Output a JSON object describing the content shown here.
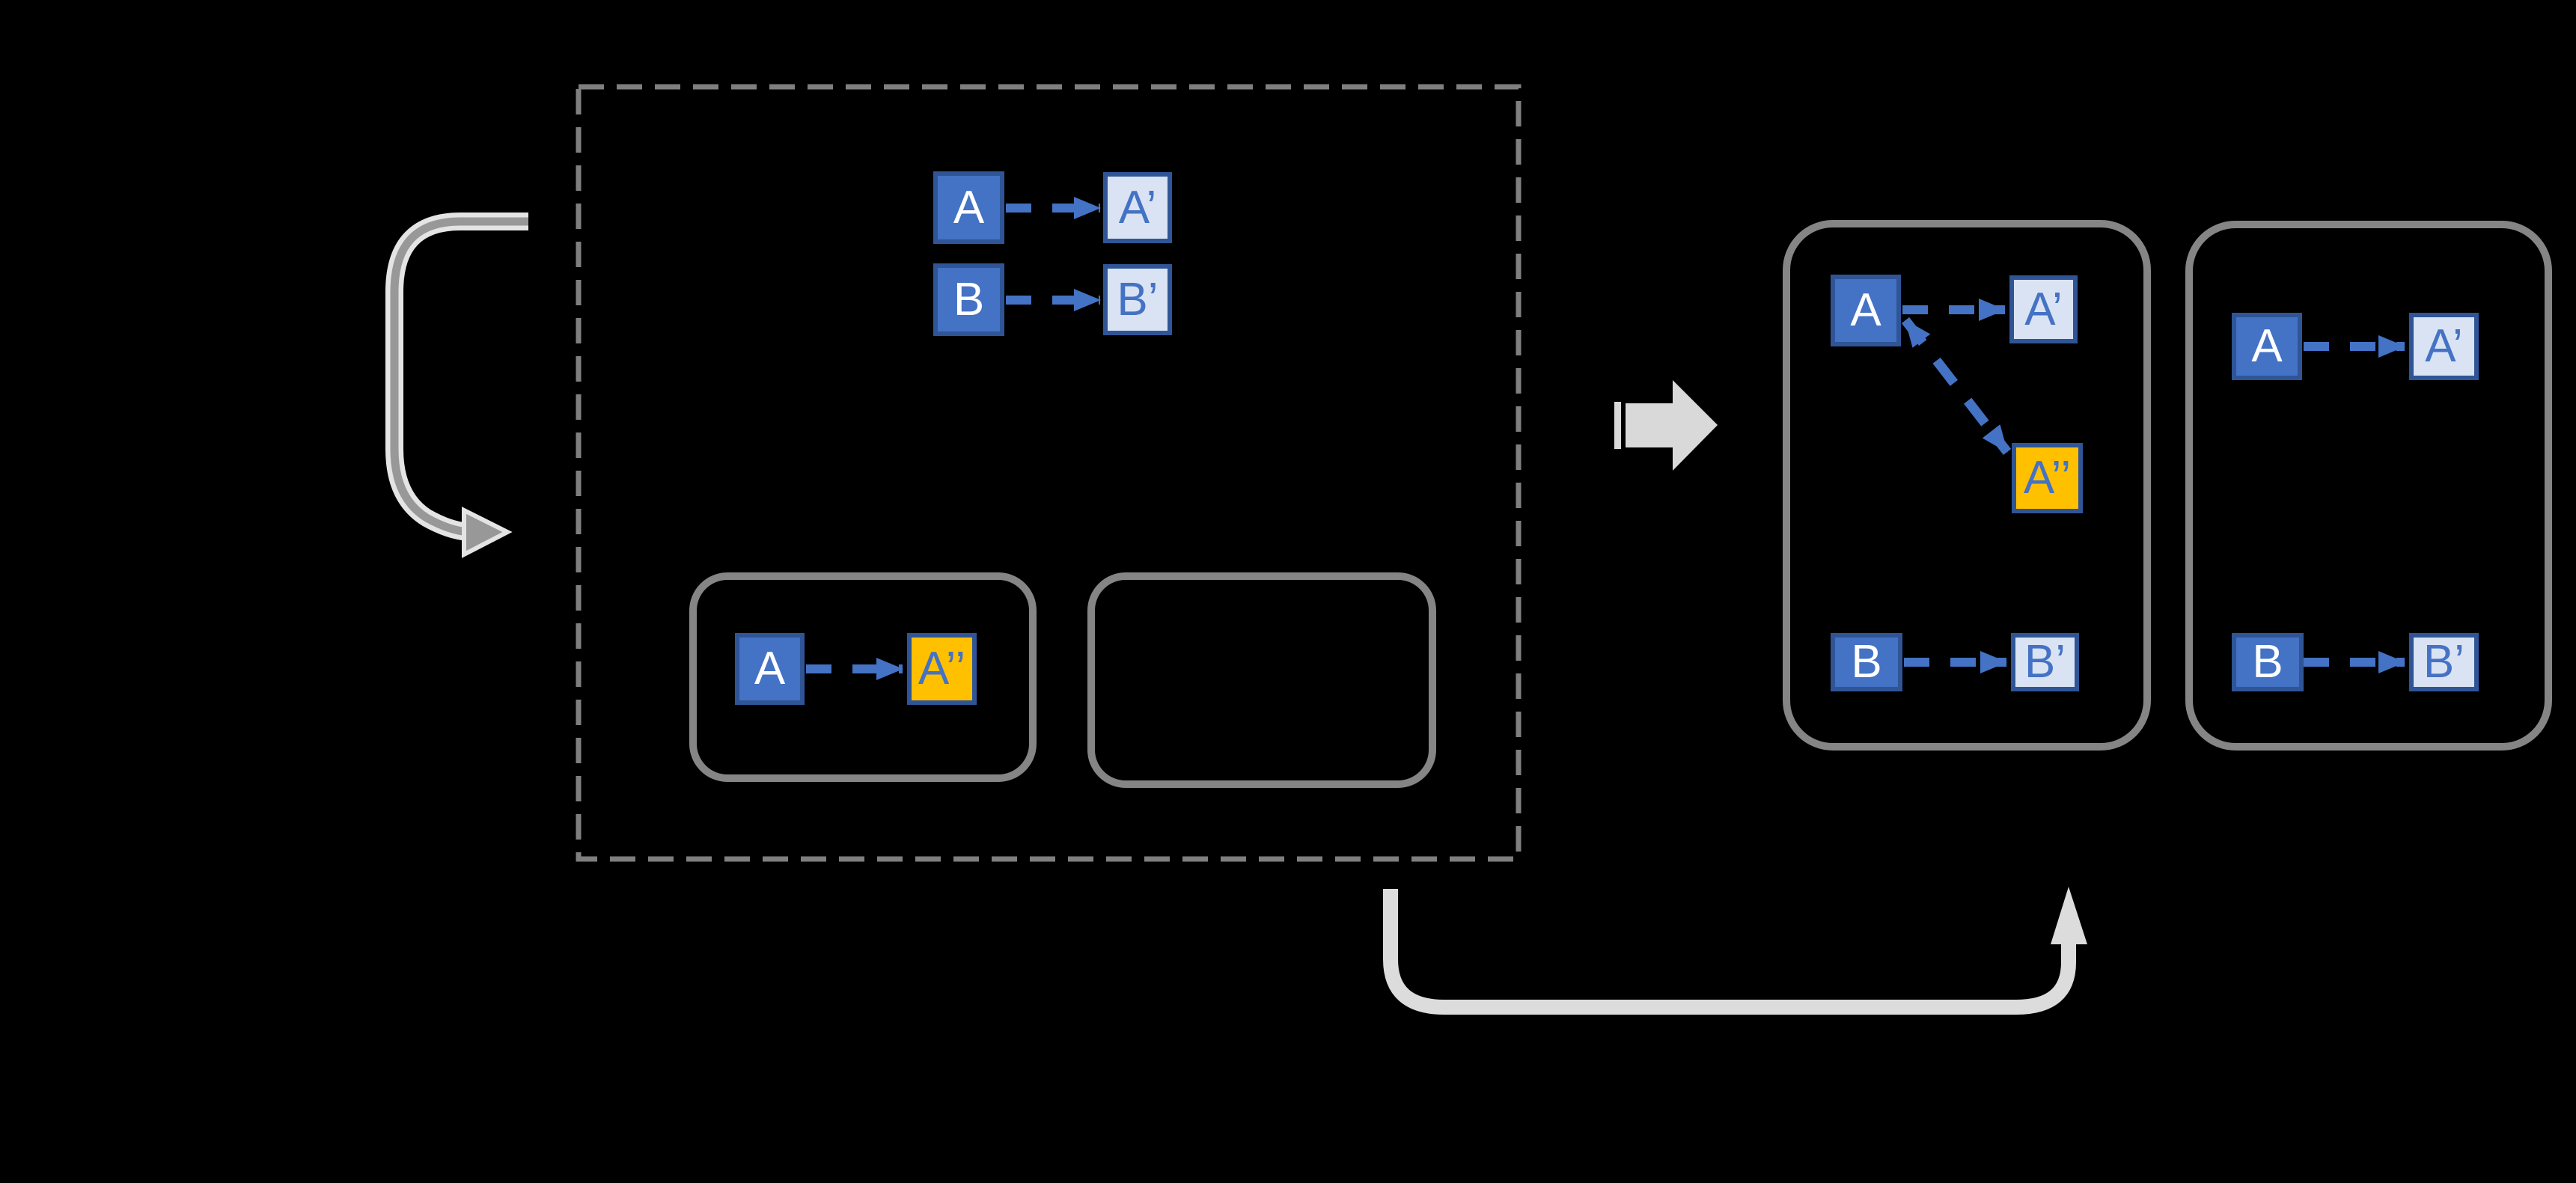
{
  "colors": {
    "background": "#000000",
    "node_blue_fill": "#4472C4",
    "node_border_blue": "#2F5597",
    "node_light_fill": "#DAE3F3",
    "node_gold_fill": "#FFC000",
    "letter_on_solid": "#FFFFFF",
    "letter_on_light": "#4472C4",
    "connector_blue": "#4472C4",
    "dashed_region_gray": "#7F7F7F",
    "rounded_box_gray": "#858585",
    "loop_arrow_core_gray": "#989898",
    "loop_arrow_halo_gray": "#E4E4E4",
    "block_arrow_gray": "#D9D9D9",
    "u_arrow_gray": "#DCDCDC"
  },
  "panels": {
    "dashed_region": {
      "rows": [
        {
          "source": "A",
          "target": "A’"
        },
        {
          "source": "B",
          "target": "B’"
        }
      ],
      "inner_box_1": {
        "source": "A",
        "target": "A’’"
      },
      "inner_box_2": {}
    },
    "right_panel_1": {
      "row_a": {
        "source": "A",
        "target": "A’"
      },
      "node_a_double_prime": "A’’",
      "row_b": {
        "source": "B",
        "target": "B’"
      }
    },
    "right_panel_2": {
      "row_a": {
        "source": "A",
        "target": "A’"
      },
      "row_b": {
        "source": "B",
        "target": "B’"
      }
    }
  }
}
